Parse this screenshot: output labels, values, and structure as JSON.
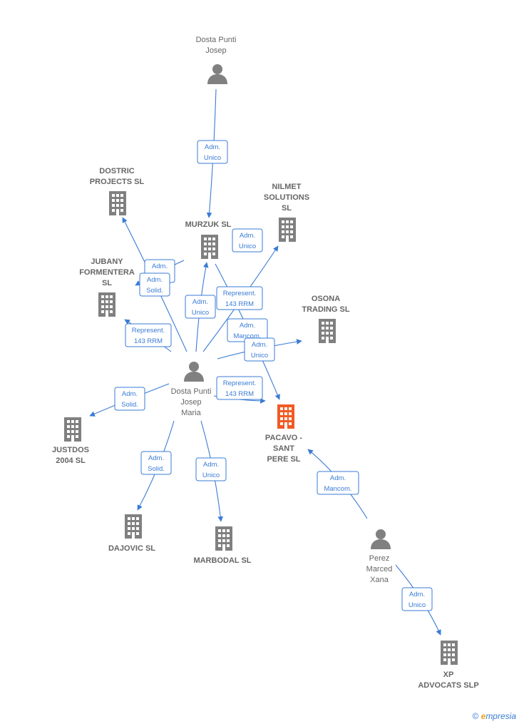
{
  "colors": {
    "edge": "#3a7bd5",
    "node": "#808080",
    "focus_company": "#f15a24",
    "label": "#666666"
  },
  "nodes": [
    {
      "id": "dosta_punti_josep",
      "kind": "person",
      "lines": [
        "Dosta Punti",
        "Josep"
      ],
      "icon": "person-icon"
    },
    {
      "id": "dostric",
      "kind": "company",
      "lines": [
        "DOSTRIC",
        "PROJECTS  SL"
      ],
      "icon": "building-icon"
    },
    {
      "id": "nilmet",
      "kind": "company",
      "lines": [
        "NILMET",
        "SOLUTIONS",
        "SL"
      ],
      "icon": "building-icon"
    },
    {
      "id": "murzuk",
      "kind": "company",
      "lines": [
        "MURZUK SL"
      ],
      "icon": "building-icon"
    },
    {
      "id": "jubany",
      "kind": "company",
      "lines": [
        "JUBANY",
        "FORMENTERA",
        "SL"
      ],
      "icon": "building-icon"
    },
    {
      "id": "osona",
      "kind": "company",
      "lines": [
        "OSONA",
        "TRADING SL"
      ],
      "icon": "building-icon"
    },
    {
      "id": "dosta_punti_josep_maria",
      "kind": "person",
      "lines": [
        "Dosta Punti",
        "Josep",
        "Maria"
      ],
      "icon": "person-icon"
    },
    {
      "id": "pacavo",
      "kind": "focus",
      "lines": [
        "PACAVO -",
        "SANT",
        "PERE  SL"
      ],
      "icon": "building-icon"
    },
    {
      "id": "justdos",
      "kind": "company",
      "lines": [
        "JUSTDOS",
        "2004 SL"
      ],
      "icon": "building-icon"
    },
    {
      "id": "dajovic",
      "kind": "company",
      "lines": [
        "DAJOVIC  SL"
      ],
      "icon": "building-icon"
    },
    {
      "id": "marbodal",
      "kind": "company",
      "lines": [
        "MARBODAL  SL"
      ],
      "icon": "building-icon"
    },
    {
      "id": "perez",
      "kind": "person",
      "lines": [
        "Perez",
        "Marced",
        "Xana"
      ],
      "icon": "person-icon"
    },
    {
      "id": "xp",
      "kind": "company",
      "lines": [
        "XP",
        "ADVOCATS  SLP"
      ],
      "icon": "building-icon"
    }
  ],
  "edge_labels": [
    {
      "id": "e1",
      "lines": [
        "Adm.",
        "Unico"
      ]
    },
    {
      "id": "e2",
      "lines": [
        "Adm.",
        "Unico"
      ]
    },
    {
      "id": "e3",
      "lines": [
        "Adm.",
        "Unico"
      ]
    },
    {
      "id": "e4",
      "lines": [
        "Adm.",
        "Solid."
      ]
    },
    {
      "id": "e5",
      "lines": [
        "Represent.",
        "143 RRM"
      ]
    },
    {
      "id": "e6",
      "lines": [
        "Adm.",
        "Unico"
      ]
    },
    {
      "id": "e7",
      "lines": [
        "Represent.",
        "143 RRM"
      ]
    },
    {
      "id": "e8",
      "lines": [
        "Adm.",
        "Mancom."
      ]
    },
    {
      "id": "e9",
      "lines": [
        "Adm.",
        "Unico"
      ]
    },
    {
      "id": "e10",
      "lines": [
        "Represent.",
        "143 RRM"
      ]
    },
    {
      "id": "e11",
      "lines": [
        "Adm.",
        "Solid."
      ]
    },
    {
      "id": "e12",
      "lines": [
        "Adm.",
        "Solid."
      ]
    },
    {
      "id": "e13",
      "lines": [
        "Adm.",
        "Unico"
      ]
    },
    {
      "id": "e14",
      "lines": [
        "Adm.",
        "Mancom."
      ]
    },
    {
      "id": "e15",
      "lines": [
        "Adm.",
        "Unico"
      ]
    }
  ],
  "footer": {
    "copyright": "©",
    "brand_e": "e",
    "brand_rest": "mpresia"
  }
}
